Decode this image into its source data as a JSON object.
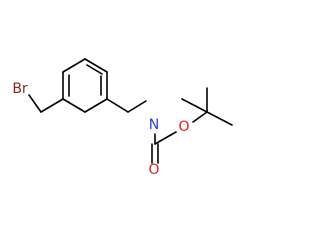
{
  "molecule": {
    "atoms": {
      "bromine": {
        "label": "Br",
        "color": "#8b2a1a"
      },
      "nitrogen": {
        "label": "N",
        "color": "#2b3fd6"
      },
      "carbonyl_oxygen": {
        "label": "O",
        "color": "#e02020"
      },
      "ester_oxygen": {
        "label": "O",
        "color": "#e02020"
      }
    },
    "bond_color": "#000000"
  }
}
